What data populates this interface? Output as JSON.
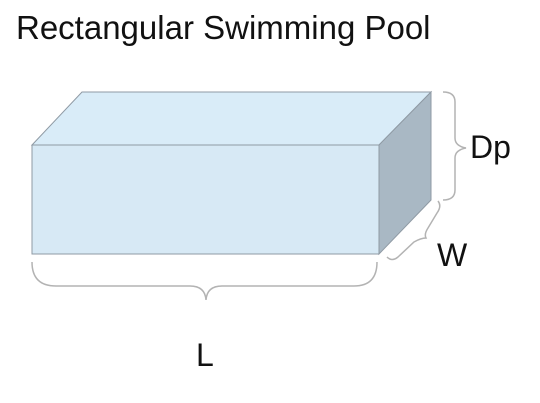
{
  "title": "Rectangular Swimming Pool",
  "labels": {
    "depth": "Dp",
    "width": "W",
    "length": "L"
  },
  "colors": {
    "front_face": "#d7e9f5",
    "top_face": "#d9ecf8",
    "side_face": "#a9b8c4",
    "edge": "#8f9aa4",
    "brace": "#b3b3b3",
    "text": "#111111"
  }
}
